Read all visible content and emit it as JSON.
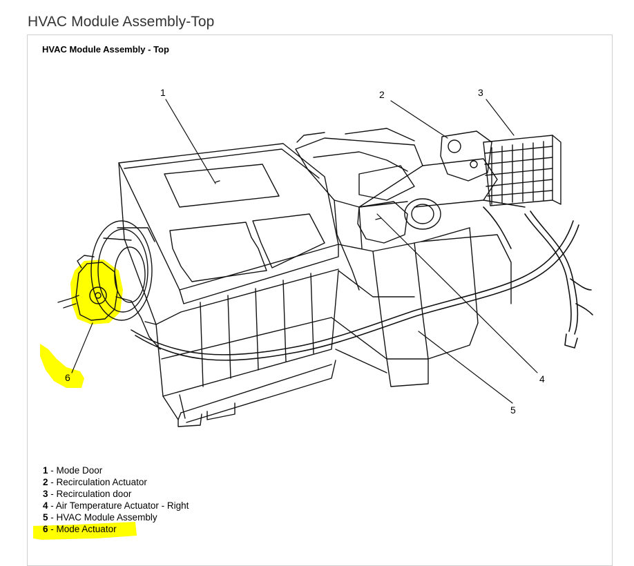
{
  "page_title": "HVAC Module Assembly-Top",
  "diagram_title": "HVAC Module Assembly - Top",
  "callouts": [
    "1",
    "2",
    "3",
    "4",
    "5",
    "6"
  ],
  "legend": [
    {
      "num": "1",
      "sep": " - ",
      "text": "Mode Door"
    },
    {
      "num": "2",
      "sep": " - ",
      "text": "Recirculation Actuator"
    },
    {
      "num": "3",
      "sep": " - ",
      "text": "Recirculation door"
    },
    {
      "num": "4",
      "sep": " - ",
      "text": "Air Temperature Actuator - Right"
    },
    {
      "num": "5",
      "sep": " - ",
      "text": "HVAC Module Assembly"
    },
    {
      "num": "6",
      "sep": " - ",
      "text": "Mode Actuator"
    }
  ],
  "colors": {
    "highlight": "#ffff00",
    "line_art": "#111111",
    "frame_border": "#cfcfcf",
    "title_text": "#333333"
  }
}
